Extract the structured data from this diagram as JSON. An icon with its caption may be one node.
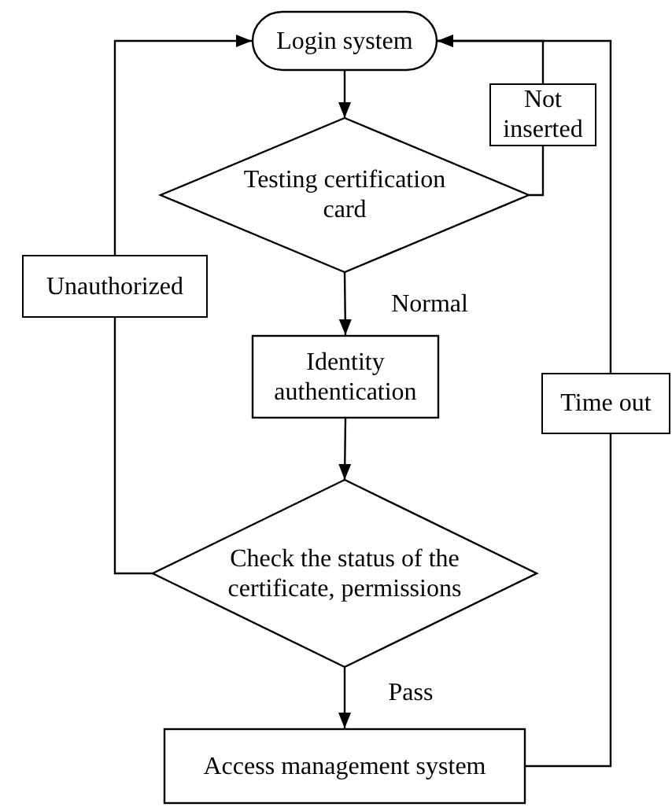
{
  "diagram": {
    "nodes": [
      {
        "text": [
          "Login system"
        ]
      },
      {
        "text": [
          "Testing certification card"
        ]
      },
      {
        "text": [
          "Identity authentication"
        ]
      },
      {
        "text": [
          "Check the status of the certificate, permissions"
        ]
      },
      {
        "text": [
          "Access management system"
        ]
      }
    ],
    "edges": [
      {
        "from": 0,
        "to": 1,
        "arrow": "to"
      },
      {
        "from": 1,
        "to": 0,
        "arrow": "to",
        "label": "Not inserted"
      },
      {
        "from": 1,
        "to": 2,
        "arrow": "to",
        "label": "Normal"
      },
      {
        "from": 2,
        "to": 3,
        "arrow": "to"
      },
      {
        "from": 3,
        "to": 0,
        "arrow": "to",
        "label": "Unauthorized"
      },
      {
        "from": 3,
        "to": 4,
        "arrow": "to",
        "label": "Pass"
      },
      {
        "from": 4,
        "to": 0,
        "arrow": "to",
        "label": "Time out"
      }
    ]
  }
}
